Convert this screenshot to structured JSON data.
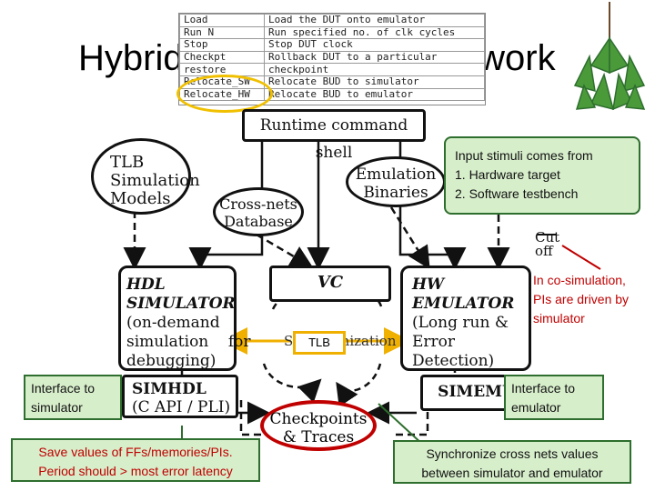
{
  "title": "Hybrid Simulation Framework",
  "command_table": {
    "rows": [
      {
        "cmd": "Load",
        "desc": "Load the DUT onto emulator"
      },
      {
        "cmd": "Run N",
        "desc": "Run specified no. of clk cycles"
      },
      {
        "cmd": "Stop",
        "desc": "Stop DUT clock"
      },
      {
        "cmd": "Checkpt",
        "desc": "Rollback DUT to a particular"
      },
      {
        "cmd": "restore",
        "desc": "checkpoint"
      },
      {
        "cmd": "Relocate_SW",
        "desc": "Relocate BUD to simulator"
      },
      {
        "cmd": "Relocate_HW",
        "desc": "Relocate BUD to emulator"
      }
    ]
  },
  "blocks": {
    "shell": "Runtime command shell",
    "tlb_models": [
      "TLB",
      "Simulation",
      "Models"
    ],
    "crossnets": [
      "Cross-nets",
      "Database"
    ],
    "emu_binaries": [
      "Emulation",
      "Binaries"
    ],
    "hdl_sim": [
      "HDL",
      "SIMULATOR",
      "(on-demand",
      "simulation    for",
      "debugging)"
    ],
    "vc": "VC",
    "vc_sub": "Synchronization",
    "hw_emu": [
      "HW",
      "EMULATOR",
      "(Long run &",
      "Error Detection)"
    ],
    "simhdl": [
      "SIMHDL",
      "(C API / PLI)"
    ],
    "simemu": "SIMEMU",
    "checkpoints": [
      "Checkpoints",
      "& Traces"
    ],
    "cutoff": [
      "Cut",
      "off"
    ]
  },
  "callouts": {
    "input_stimuli": {
      "heading": "Input stimuli comes from",
      "items": [
        "1.  Hardware target",
        "2.  Software testbench"
      ]
    },
    "cosim": [
      "In co-simulation,",
      "PIs are driven by",
      "simulator"
    ],
    "tlb": "TLB",
    "iface_sim": [
      "Interface to",
      "simulator"
    ],
    "iface_emu": [
      "Interface to",
      "emulator"
    ],
    "save_values": [
      "Save values of FFs/memories/PIs.",
      "Period should > most error latency"
    ],
    "sync": [
      "Synchronize cross nets values",
      "between simulator and emulator"
    ]
  },
  "colors": {
    "callout_fill": "#d7eecb",
    "callout_border": "#2e6e2e",
    "highlight_yellow": "#f0c000",
    "emphasis_red": "#c00000"
  },
  "icons": [
    "dumplings-decoration-icon"
  ]
}
